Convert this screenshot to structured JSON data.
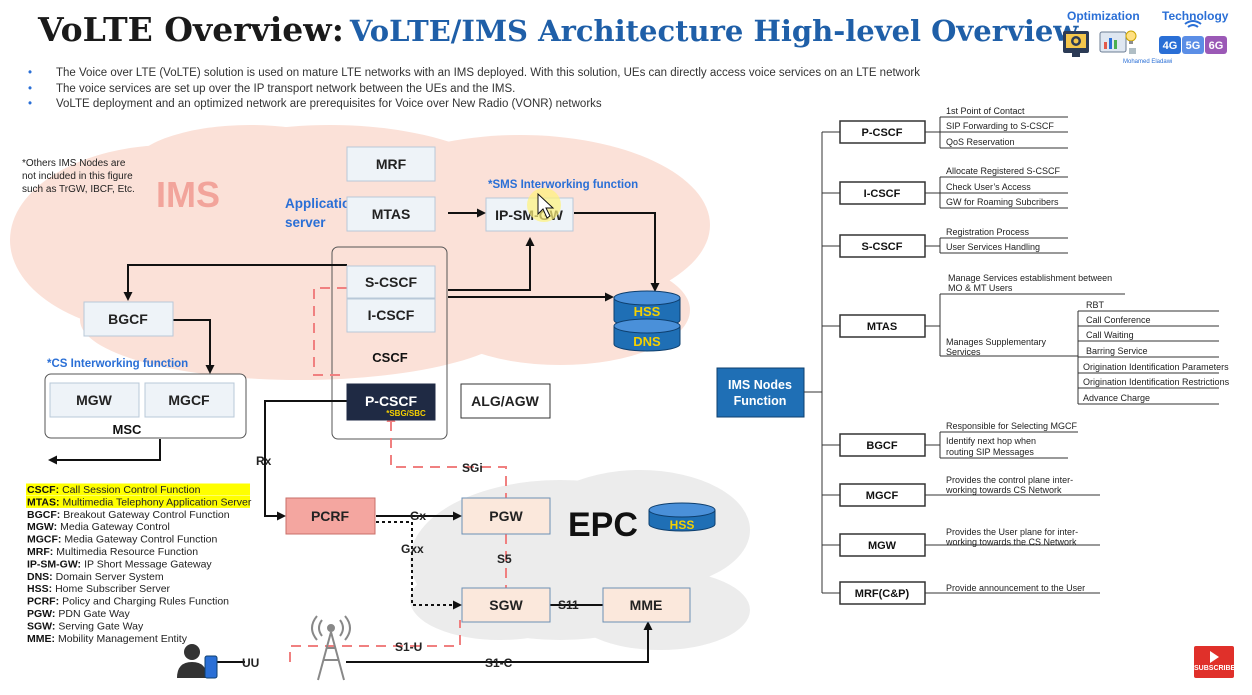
{
  "header": {
    "title": "VoLTE Overview:",
    "subtitle": "VoLTE/IMS Architecture High-level Overview",
    "bullets": [
      "The Voice over LTE (VoLTE) solution is used on mature LTE networks with an IMS deployed. With this solution, UEs can directly access voice services on an LTE network",
      "The voice services are set up over the IP transport network between the UEs and the IMS.",
      "VoLTE deployment and an optimized network are prerequisites for Voice over New Radio (VONR) networks"
    ]
  },
  "logo": {
    "optimization": "Optimization",
    "technology": "Technology",
    "author": "Mohamed Eladawi",
    "gens": [
      "4G",
      "5G",
      "6G"
    ]
  },
  "diagram": {
    "note": [
      "*Others IMS Nodes are",
      "not included in this figure",
      "such as TrGW, IBCF, Etc."
    ],
    "ims_label": "IMS",
    "app_server_label": [
      "Application",
      "server"
    ],
    "sms_iw_label": "*SMS Interworking function",
    "cs_iw_label": "*CS Interworking function",
    "cscf_label": "CSCF",
    "msc_label": "MSC",
    "epc_label": "EPC",
    "nodes": {
      "mrf": "MRF",
      "mtas": "MTAS",
      "ipsmgw": "IP-SM-GW",
      "scscf": "S-CSCF",
      "icscf": "I-CSCF",
      "pcscf": "P-CSCF",
      "pcscf_sub": "*SBG/SBC",
      "bgcf": "BGCF",
      "mgw": "MGW",
      "mgcf": "MGCF",
      "alg": "ALG/AGW",
      "hss": "HSS",
      "dns": "DNS",
      "pcrf": "PCRF",
      "pgw": "PGW",
      "sgw": "SGW",
      "mme": "MME",
      "epc_hss": "HSS"
    },
    "interfaces": {
      "rx": "Rx",
      "sgi": "SGi",
      "gx": "Gx",
      "gxx": "Gxx",
      "s5": "S5",
      "s11": "S11",
      "s1u": "S1-U",
      "s1c": "S1-C",
      "uu": "UU"
    },
    "legend": [
      {
        "abbr": "CSCF",
        "desc": "Call Session Control Function",
        "highlight": true
      },
      {
        "abbr": "MTAS",
        "desc": "Multimedia Telephony Application Server",
        "highlight": true
      },
      {
        "abbr": "BGCF",
        "desc": "Breakout Gateway Control Function",
        "highlight": false
      },
      {
        "abbr": "MGW",
        "desc": "Media Gateway Control",
        "highlight": false
      },
      {
        "abbr": "MGCF",
        "desc": "Media Gateway Control Function",
        "highlight": false
      },
      {
        "abbr": "MRF",
        "desc": "Multimedia Resource Function",
        "highlight": false
      },
      {
        "abbr": "IP-SM-GW",
        "desc": "IP Short Message Gateway",
        "highlight": false
      },
      {
        "abbr": "DNS",
        "desc": "Domain Server System",
        "highlight": false
      },
      {
        "abbr": "HSS",
        "desc": "Home Subscriber Server",
        "highlight": false
      },
      {
        "abbr": "PCRF",
        "desc": "Policy and Charging Rules Function",
        "highlight": false
      },
      {
        "abbr": "PGW",
        "desc": "PDN Gate Way",
        "highlight": false
      },
      {
        "abbr": "SGW",
        "desc": "Serving Gate Way",
        "highlight": false
      },
      {
        "abbr": "MME",
        "desc": "Mobility Management Entity",
        "highlight": false
      }
    ]
  },
  "tree": {
    "root": [
      "IMS Nodes",
      "Function"
    ],
    "pcscf": {
      "name": "P-CSCF",
      "items": [
        "1st Point of Contact",
        "SIP Forwarding to S-CSCF",
        "QoS Reservation"
      ]
    },
    "icscf": {
      "name": "I-CSCF",
      "items": [
        "Allocate Registered S-CSCF",
        "Check User’s Access",
        "GW for Roaming Subcribers"
      ]
    },
    "scscf": {
      "name": "S-CSCF",
      "items": [
        "Registration Process",
        "User Services Handling"
      ]
    },
    "mtas": {
      "name": "MTAS",
      "top": [
        "Manage Services establishment between",
        "MO & MT Users"
      ],
      "supp": [
        "Manages Supplementary",
        "Services"
      ],
      "supp_items": [
        "RBT",
        "Call Conference",
        "Call Waiting",
        "Barring Service",
        "Origination Identification Parameters",
        "Origination Identification Restrictions",
        "Advance Charge"
      ]
    },
    "bgcf": {
      "name": "BGCF",
      "items": [
        "Responsible for Selecting MGCF"
      ],
      "sub": [
        "Identify next hop when",
        "routing SIP Messages"
      ]
    },
    "mgcf": {
      "name": "MGCF",
      "desc": [
        "Provides the control plane inter-",
        "working towards CS Network"
      ]
    },
    "mgw": {
      "name": "MGW",
      "desc": [
        "Provides the User plane for inter-",
        "working towards the CS Network"
      ]
    },
    "mrf": {
      "name": "MRF(C&P)",
      "desc": [
        "Provide announcement to the User"
      ]
    }
  },
  "subscribe": "SUBSCRIBE",
  "colors": {
    "title": "#1a1a1a",
    "accent": "#1f5fa8",
    "ims_label": "#f2a49b",
    "cloud": "#fbe1d8",
    "epc_cloud": "#ececec",
    "node_fill": "#eef3f8",
    "pcscf_fill": "#1f2a44",
    "pcrf_fill": "#f4a6a0",
    "db_fill": "#1f6fb5",
    "root_fill": "#1f6fb5",
    "dashed": "#f08080",
    "highlight": "#ffff00"
  }
}
